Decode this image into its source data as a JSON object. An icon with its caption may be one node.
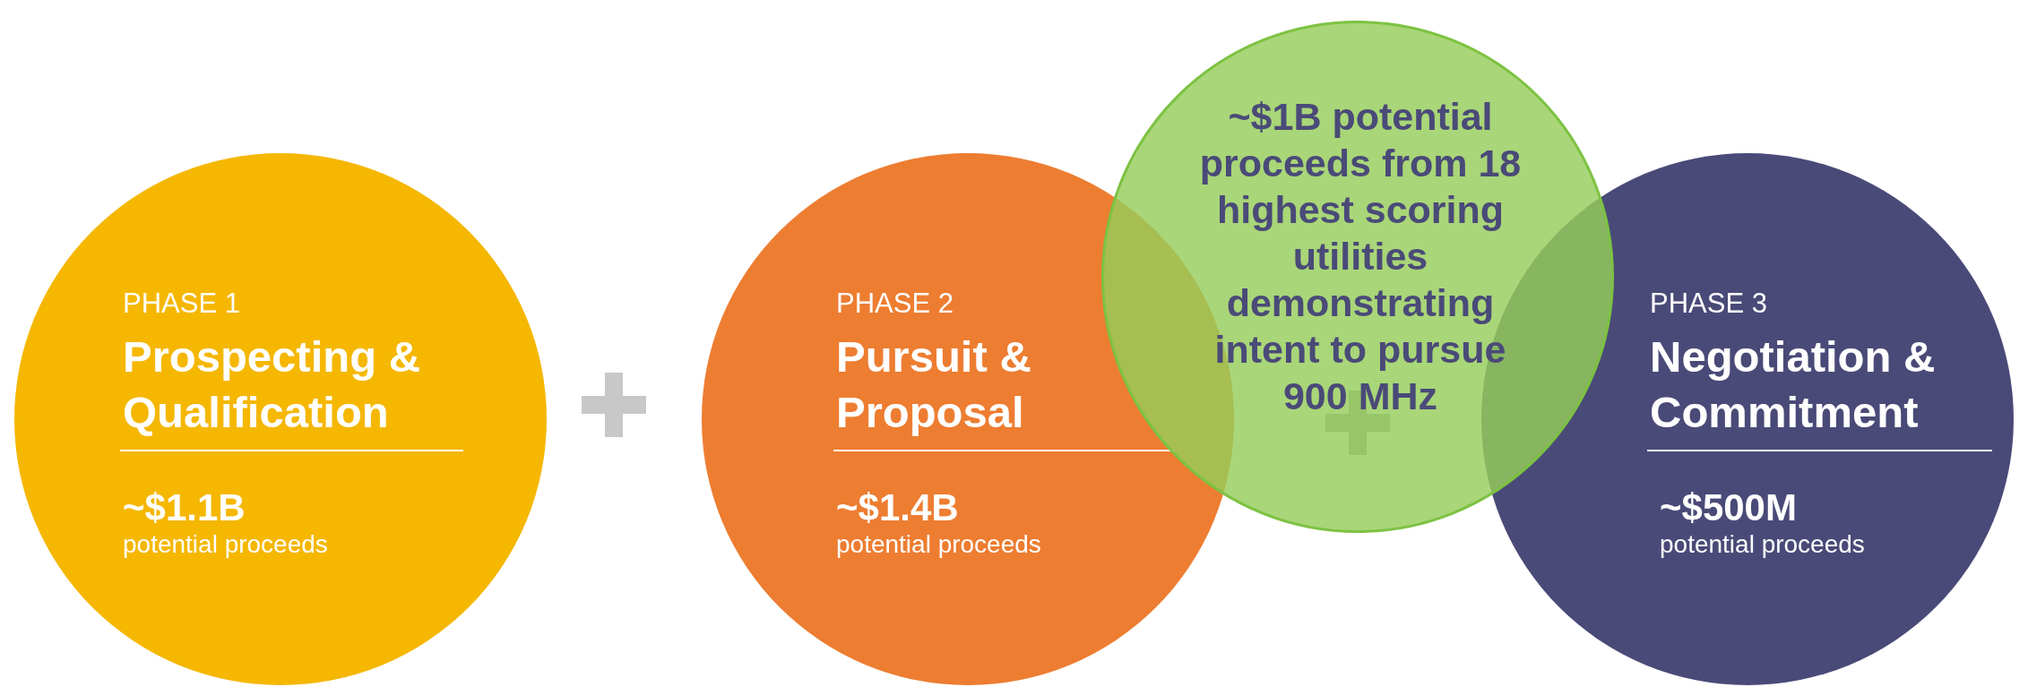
{
  "diagram": {
    "nodes": [
      {
        "text": [
          "PHASE 1",
          "Prospecting & Qualification",
          "~$1.1B",
          "potential proceeds"
        ]
      },
      {
        "text": [
          "PHASE 2",
          "Pursuit & Proposal",
          "~$1.4B",
          "potential proceeds"
        ]
      },
      {
        "text": [
          "~$1B potential proceeds from 18 highest scoring utilities demonstrating intent to pursue 900 MHz"
        ]
      },
      {
        "text": [
          "PHASE 3",
          "Negotiation & Commitment",
          "~$500M",
          "potential proceeds"
        ]
      }
    ],
    "edges": []
  }
}
